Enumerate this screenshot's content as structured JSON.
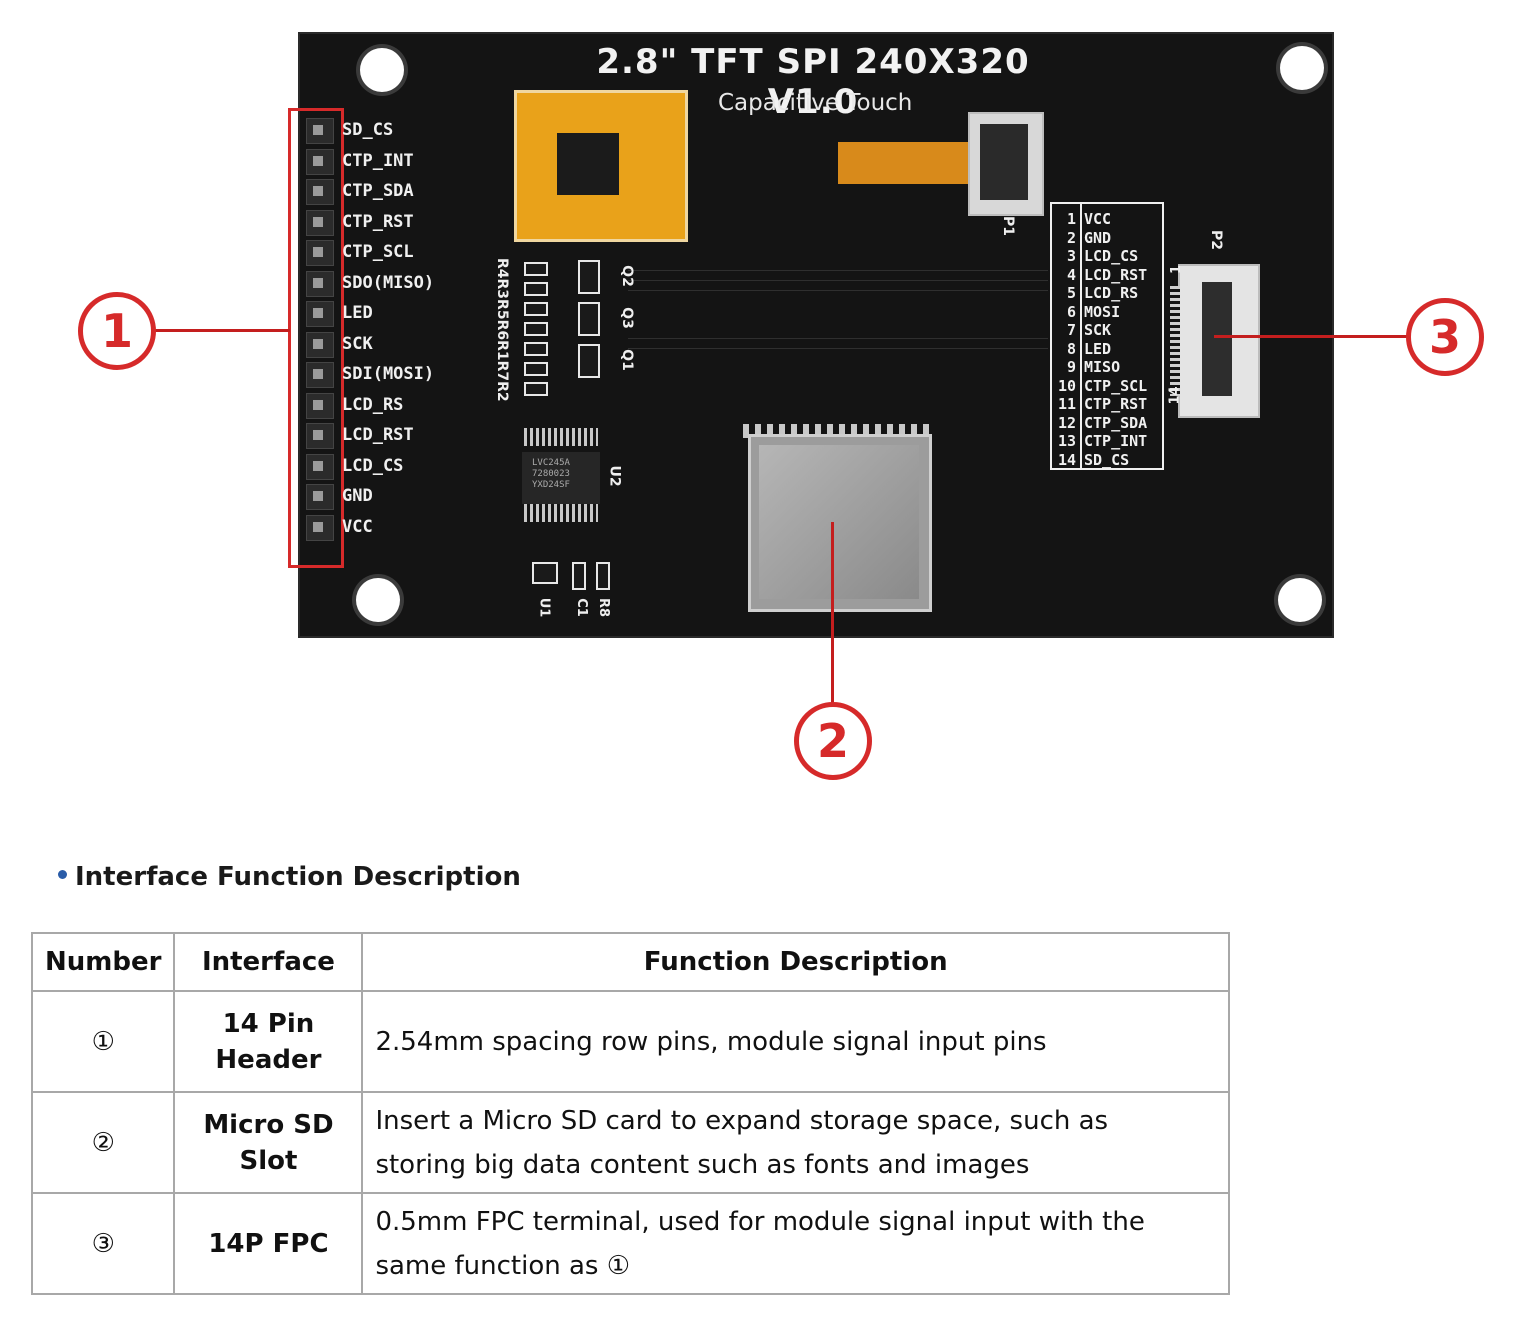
{
  "figure": {
    "board_title": "2.8\" TFT SPI 240X320 V1.0",
    "board_subtitle": "Capacitive Touch",
    "header_pins": [
      "SD_CS",
      "CTP_INT",
      "CTP_SDA",
      "CTP_RST",
      "CTP_SCL",
      "SDO(MISO)",
      "LED",
      "SCK",
      "SDI(MOSI)",
      "LCD_RS",
      "LCD_RST",
      "LCD_CS",
      "GND",
      "VCC"
    ],
    "fpc_pins": [
      {
        "num": "1",
        "name": "VCC"
      },
      {
        "num": "2",
        "name": "GND"
      },
      {
        "num": "3",
        "name": "LCD_CS"
      },
      {
        "num": "4",
        "name": "LCD_RST"
      },
      {
        "num": "5",
        "name": "LCD_RS"
      },
      {
        "num": "6",
        "name": "MOSI"
      },
      {
        "num": "7",
        "name": "SCK"
      },
      {
        "num": "8",
        "name": "LED"
      },
      {
        "num": "9",
        "name": "MISO"
      },
      {
        "num": "10",
        "name": "CTP_SCL"
      },
      {
        "num": "11",
        "name": "CTP_RST"
      },
      {
        "num": "12",
        "name": "CTP_SDA"
      },
      {
        "num": "13",
        "name": "CTP_INT"
      },
      {
        "num": "14",
        "name": "SD_CS"
      }
    ],
    "silkscreen": {
      "p1": "P1",
      "p2": "P2",
      "u1": "U1",
      "u2": "U2",
      "c1": "C1",
      "r8": "R8",
      "q1": "Q1",
      "q2": "Q2",
      "q3": "Q3",
      "resistors": "R4R3R5R6R1R7R2",
      "fpc_start": "1",
      "fpc_end": "14",
      "u2_marking": [
        "LVC245A",
        "7280023",
        "YXD24SF"
      ]
    },
    "callouts": [
      "1",
      "2",
      "3"
    ],
    "callout_color": "#d62a2a"
  },
  "section": {
    "heading": "Interface Function Description"
  },
  "table": {
    "headers": [
      "Number",
      "Interface",
      "Function Description"
    ],
    "rows": [
      {
        "number": "①",
        "interface": [
          "14 Pin",
          "Header"
        ],
        "description": [
          "2.54mm spacing row pins, module signal input pins"
        ]
      },
      {
        "number": "②",
        "interface": [
          "Micro SD",
          "Slot"
        ],
        "description": [
          "Insert a Micro SD card to expand storage space, such as",
          "storing big data content such as fonts and images"
        ]
      },
      {
        "number": "③",
        "interface": [
          "14P FPC"
        ],
        "description": [
          "0.5mm FPC terminal, used for module signal input with the",
          "same function as ①"
        ]
      }
    ]
  }
}
